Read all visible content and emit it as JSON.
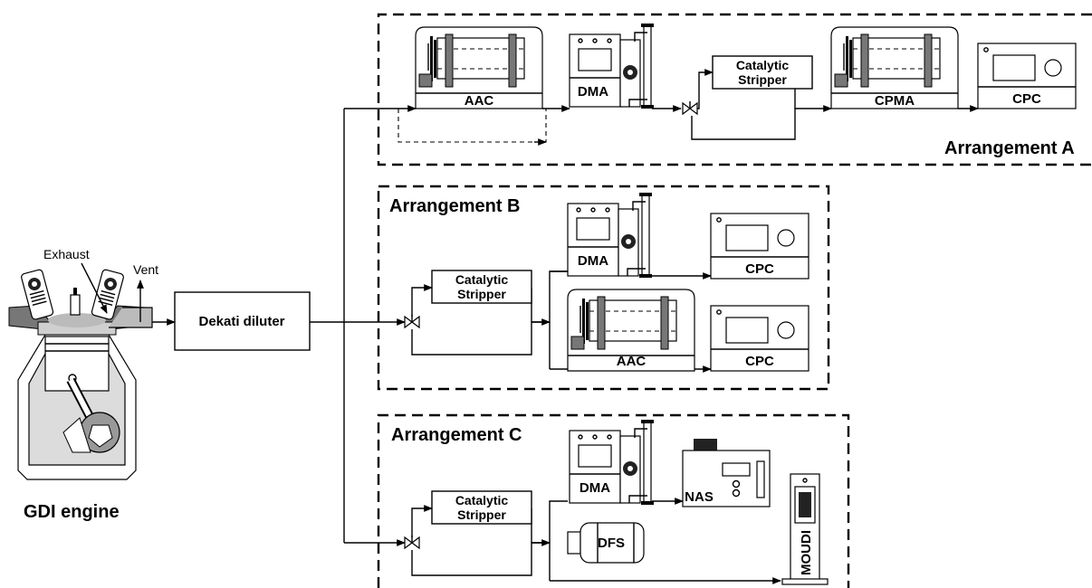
{
  "engine": {
    "label": "GDI engine",
    "exhaust_label": "Exhaust",
    "vent_label": "Vent"
  },
  "diluter": {
    "label": "Dekati diluter"
  },
  "arrangement_a": {
    "title": "Arrangement A",
    "aac": "AAC",
    "dma": "DMA",
    "stripper_line1": "Catalytic",
    "stripper_line2": "Stripper",
    "cpma": "CPMA",
    "cpc": "CPC"
  },
  "arrangement_b": {
    "title": "Arrangement B",
    "stripper_line1": "Catalytic",
    "stripper_line2": "Stripper",
    "dma": "DMA",
    "cpc_top": "CPC",
    "aac": "AAC",
    "cpc_bottom": "CPC"
  },
  "arrangement_c": {
    "title": "Arrangement C",
    "stripper_line1": "Catalytic",
    "stripper_line2": "Stripper",
    "dma": "DMA",
    "nas": "NAS",
    "dfs": "DFS",
    "moudi": "MOUDI"
  }
}
